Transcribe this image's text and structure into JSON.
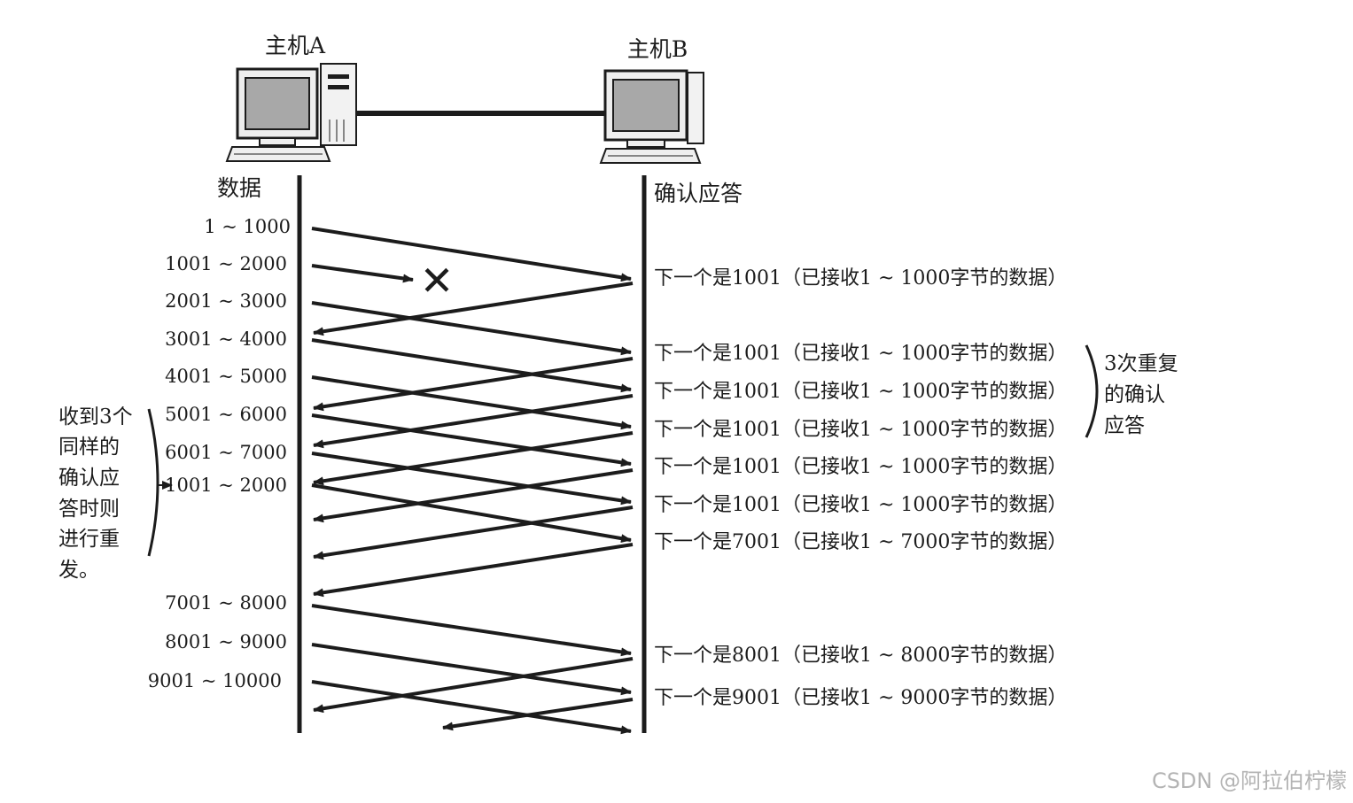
{
  "hosts": {
    "a_label": "主机A",
    "b_label": "主机B"
  },
  "columns": {
    "left_header": "数据",
    "right_header": "确认应答"
  },
  "data_labels": [
    "1 ~ 1000",
    "1001 ~ 2000",
    "2001 ~ 3000",
    "3001 ~ 4000",
    "4001 ~ 5000",
    "5001 ~ 6000",
    "6001 ~ 7000",
    "1001 ~ 2000",
    "7001 ~ 8000",
    "8001 ~ 9000",
    "9001 ~ 10000"
  ],
  "ack_labels": [
    "下一个是1001（已接收1 ~ 1000字节的数据）",
    "下一个是1001（已接收1 ~ 1000字节的数据）",
    "下一个是1001（已接收1 ~ 1000字节的数据）",
    "下一个是1001（已接收1 ~ 1000字节的数据）",
    "下一个是1001（已接收1 ~ 1000字节的数据）",
    "下一个是1001（已接收1 ~ 1000字节的数据）",
    "下一个是7001（已接收1 ~ 7000字节的数据）",
    "下一个是8001（已接收1 ~ 8000字节的数据）",
    "下一个是9001（已接收1 ~ 9000字节的数据）"
  ],
  "left_note_lines": [
    "收到3个",
    "同样的",
    "确认应",
    "答时则",
    "进行重",
    "发。"
  ],
  "right_note_lines": [
    "3次重复",
    "的确认",
    "应答"
  ],
  "lost_marker": "✕",
  "watermark": "CSDN @阿拉伯柠檬",
  "colors": {
    "ink": "#1c1c1c",
    "screen": "#a8a8a8",
    "watermark": "#b4b4b4"
  }
}
